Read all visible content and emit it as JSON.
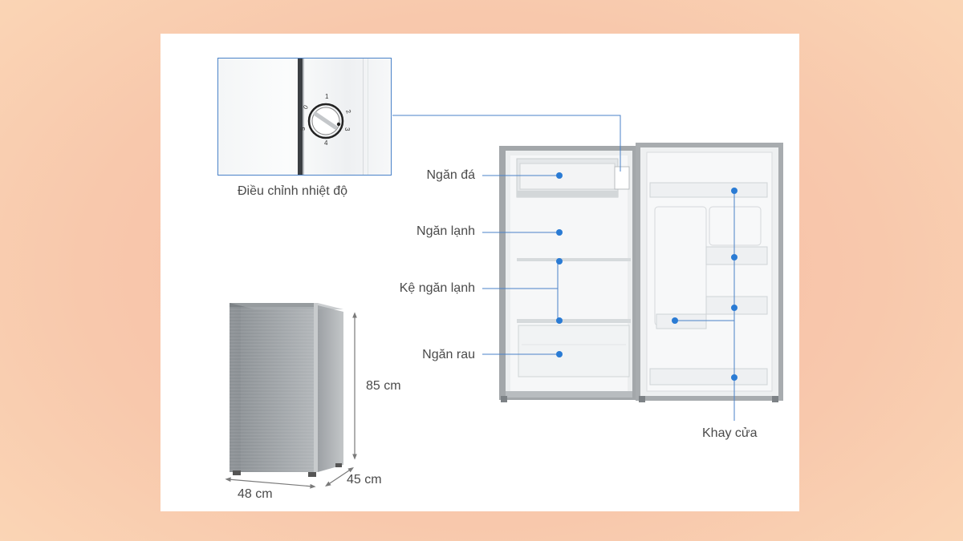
{
  "labels": {
    "thermostat": "Điều chỉnh nhiệt độ",
    "freezer": "Ngăn đá",
    "fridge": "Ngăn lạnh",
    "shelf": "Kệ ngăn lạnh",
    "crisper": "Ngăn rau",
    "door_tray": "Khay cửa"
  },
  "dimensions": {
    "height": "85 cm",
    "width": "48 cm",
    "depth": "45 cm"
  },
  "dial": {
    "marks": [
      "0",
      "1",
      "2",
      "3",
      "4",
      "5"
    ]
  },
  "colors": {
    "accent": "#2a7bd4",
    "line": "#4a82c8",
    "background": "#f8c8ac",
    "steel": "#9a9fa3"
  }
}
